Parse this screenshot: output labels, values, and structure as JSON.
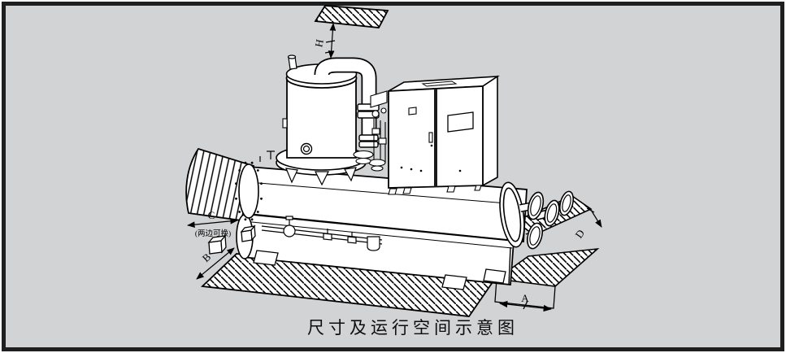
{
  "figure": {
    "caption": "尺寸及运行空间示意图",
    "dimension_labels": {
      "height": "H",
      "tube_pull": "C",
      "tube_pull_note": "(两边可换)",
      "front_clearance": "B",
      "right_clearance_width": "A",
      "pipe_clearance": "D"
    },
    "colors": {
      "background": "#d2d3d4",
      "frame": "#1f1f1f",
      "line": "#000000",
      "surface": "#ffffff"
    }
  }
}
